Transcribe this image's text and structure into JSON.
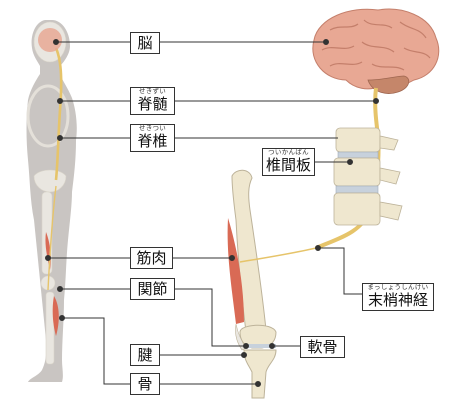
{
  "labels": {
    "brain": {
      "text": "脳"
    },
    "spinal_cord": {
      "ruby": "せきずい",
      "text": "脊髄"
    },
    "spine": {
      "ruby": "せきつい",
      "text": "脊椎"
    },
    "disc": {
      "ruby": "ついかんばん",
      "text": "椎間板"
    },
    "muscle": {
      "text": "筋肉"
    },
    "joint": {
      "text": "関節"
    },
    "peripheral_nerve": {
      "ruby": "まっしょうしんけい",
      "text": "末梢神経"
    },
    "cartilage": {
      "text": "軟骨"
    },
    "tendon": {
      "text": "腱"
    },
    "bone": {
      "text": "骨"
    }
  },
  "colors": {
    "silhouette": "#c9c5c2",
    "skeleton": "#e9e6e0",
    "nerve": "#e6c46a",
    "brain": "#e8a894",
    "bone": "#efe7cf",
    "muscle": "#d96a55",
    "disc": "#c7d1dc",
    "line": "#333333"
  }
}
